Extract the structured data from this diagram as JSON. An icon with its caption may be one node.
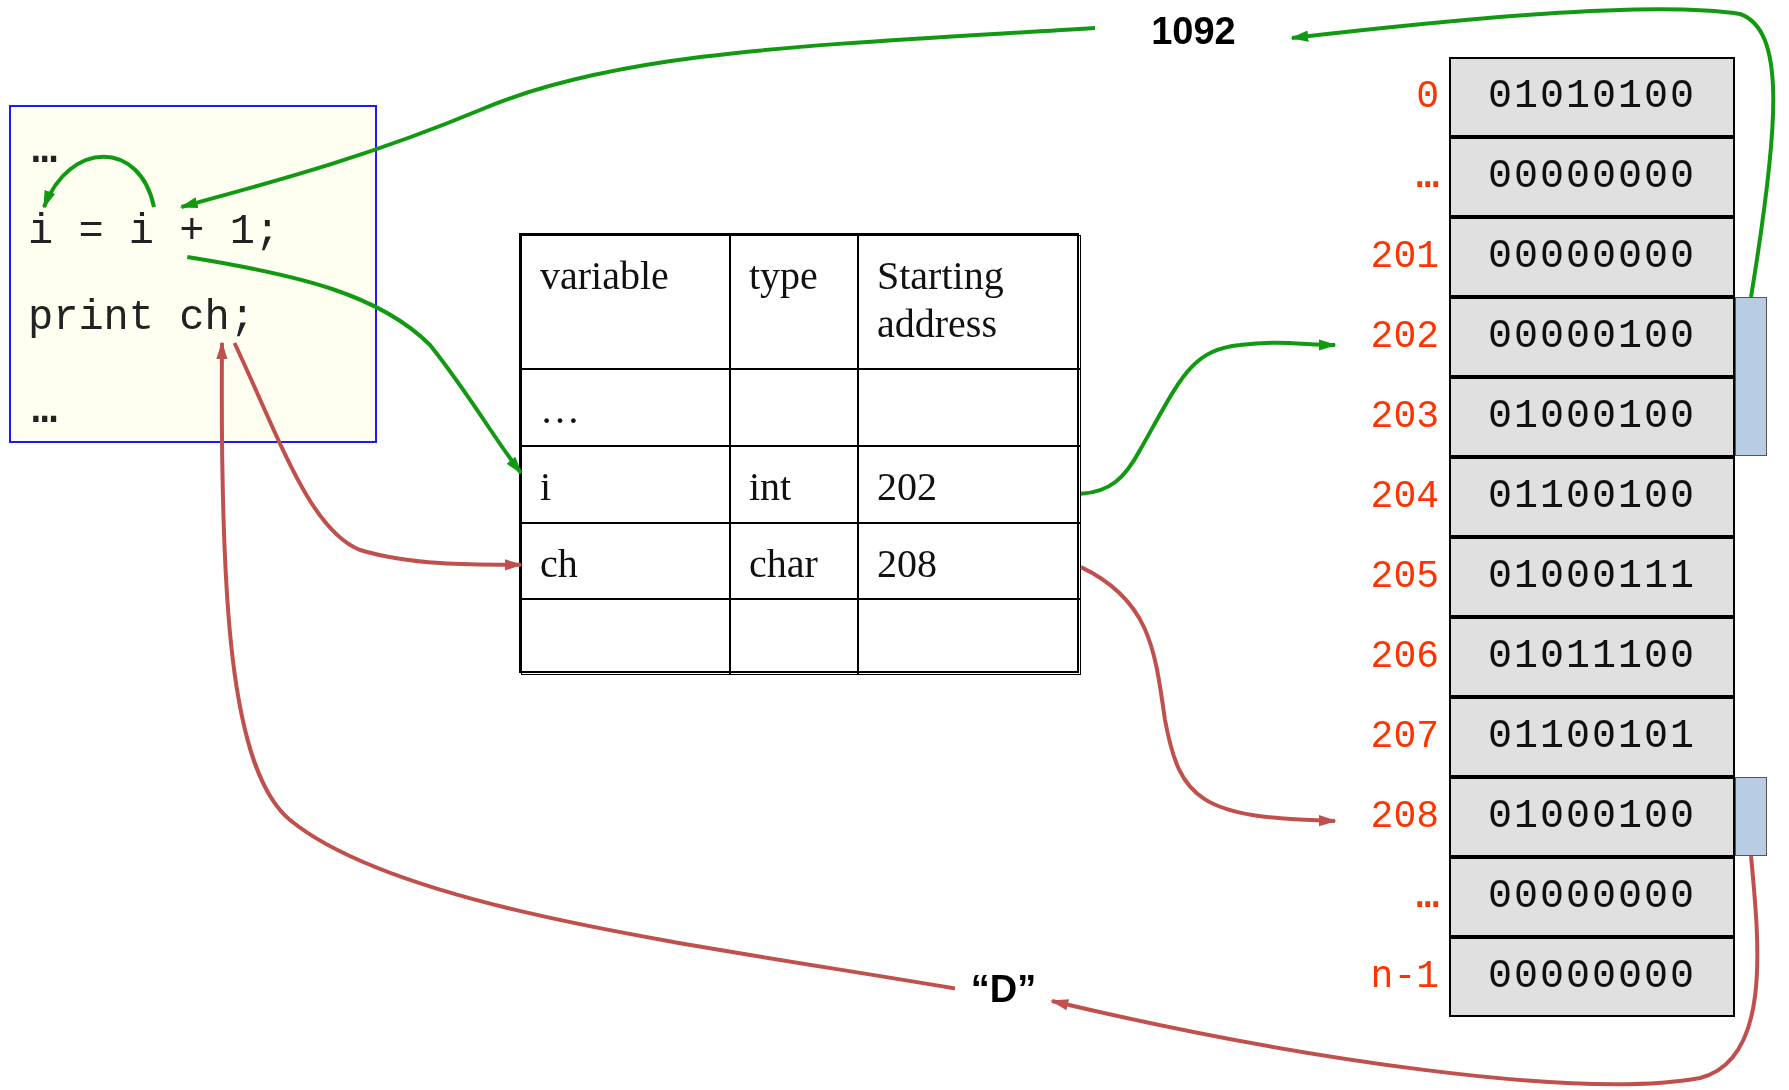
{
  "diagram": {
    "nodes": [
      {
        "text": [],
        "shape": "box"
      },
      {
        "text": [
          "…"
        ],
        "in": 0
      },
      {
        "text": [
          "i = i + 1;"
        ],
        "in": 0
      },
      {
        "text": [
          "print ch;"
        ],
        "in": 0
      },
      {
        "text": [
          "…"
        ],
        "in": 0
      },
      {
        "text": [
          "1092"
        ]
      },
      {
        "text": [],
        "shape": "box"
      },
      {
        "text": [
          "variable"
        ],
        "in": 6
      },
      {
        "text": [
          "type"
        ],
        "in": 6
      },
      {
        "text": [
          "Starting address"
        ],
        "in": 6
      },
      {
        "text": [
          "…"
        ],
        "in": 6
      },
      {
        "text": [],
        "shape": "box",
        "in": 6
      },
      {
        "text": [],
        "shape": "box",
        "in": 6
      },
      {
        "text": [
          "i"
        ],
        "in": 6
      },
      {
        "text": [
          "int"
        ],
        "in": 6
      },
      {
        "text": [
          "202"
        ],
        "in": 6
      },
      {
        "text": [
          "ch"
        ],
        "in": 6
      },
      {
        "text": [
          "char"
        ],
        "in": 6
      },
      {
        "text": [
          "208"
        ],
        "in": 6
      },
      {
        "text": [],
        "shape": "box",
        "in": 6
      },
      {
        "text": [],
        "shape": "box",
        "in": 6
      },
      {
        "text": [],
        "shape": "box",
        "in": 6
      },
      {
        "text": [
          "01010100"
        ],
        "beside": [
          "0"
        ]
      },
      {
        "text": [
          "00000000"
        ],
        "beside": [
          "…"
        ]
      },
      {
        "text": [
          "00000000"
        ],
        "beside": [
          "201"
        ]
      },
      {
        "text": [
          "00000100"
        ],
        "beside": [
          "202"
        ]
      },
      {
        "text": [
          "01000100"
        ],
        "beside": [
          "203"
        ]
      },
      {
        "text": [
          "01100100"
        ],
        "beside": [
          "204"
        ]
      },
      {
        "text": [
          "01000111"
        ],
        "beside": [
          "205"
        ]
      },
      {
        "text": [
          "01011100"
        ],
        "beside": [
          "206"
        ]
      },
      {
        "text": [
          "01100101"
        ],
        "beside": [
          "207"
        ]
      },
      {
        "text": [
          "01000100"
        ],
        "beside": [
          "208"
        ]
      },
      {
        "text": [
          "00000000"
        ],
        "beside": [
          "…"
        ]
      },
      {
        "text": [
          "00000000"
        ],
        "beside": [
          "n-1"
        ]
      },
      {
        "text": [],
        "shape": "bar"
      },
      {
        "text": [],
        "shape": "bar"
      },
      {
        "text": [
          "“D”"
        ]
      }
    ],
    "edges": [
      {
        "from": 2,
        "to": 2,
        "arrow": "to"
      },
      {
        "from": 5,
        "to": 2,
        "arrow": "to"
      },
      {
        "from": 2,
        "to": 13,
        "arrow": "to"
      },
      {
        "from": 3,
        "to": 16,
        "arrow": "to",
        "color": "#c0504d"
      },
      {
        "from": 15,
        "to": 25,
        "arrow": "to"
      },
      {
        "from": 18,
        "to": 31,
        "arrow": "to",
        "color": "#c0504d"
      },
      {
        "from": 34,
        "to": 5,
        "arrow": "to"
      },
      {
        "from": 35,
        "to": 36,
        "arrow": "to",
        "color": "#c0504d"
      },
      {
        "from": 36,
        "to": 3,
        "arrow": "to",
        "color": "#c0504d"
      }
    ]
  }
}
